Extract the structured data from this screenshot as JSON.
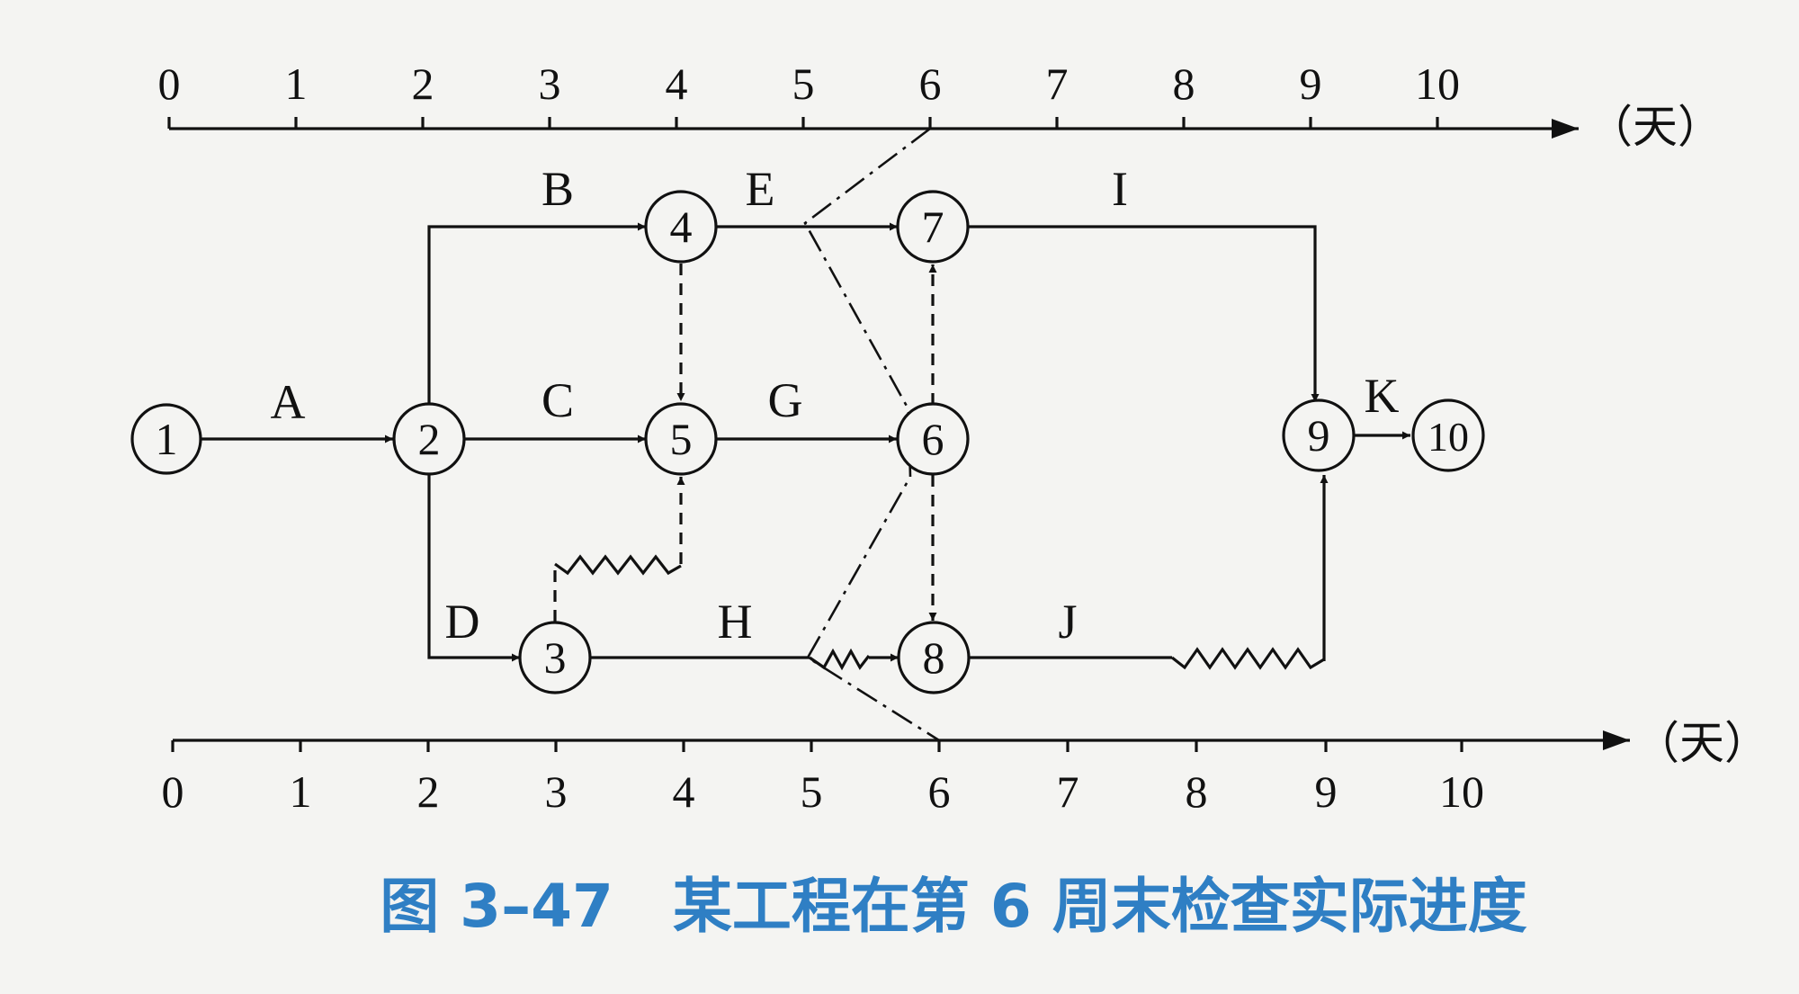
{
  "axes": {
    "ticks": [
      "0",
      "1",
      "2",
      "3",
      "4",
      "5",
      "6",
      "7",
      "8",
      "9",
      "10"
    ],
    "unit": "（天）"
  },
  "nodes": [
    "1",
    "2",
    "3",
    "4",
    "5",
    "6",
    "7",
    "8",
    "9",
    "10"
  ],
  "activities": [
    "A",
    "B",
    "C",
    "D",
    "E",
    "G",
    "H",
    "I",
    "J",
    "K"
  ],
  "caption": "图 3–47　某工程在第 6 周末检查实际进度"
}
